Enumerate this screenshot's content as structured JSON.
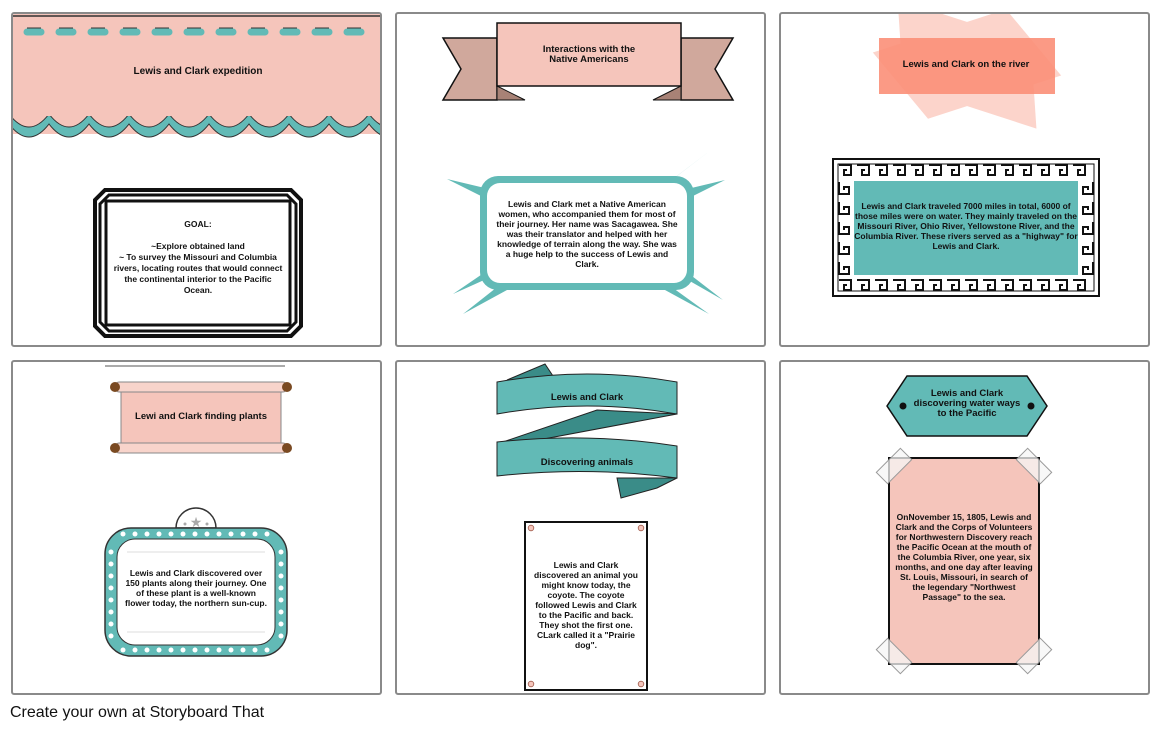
{
  "colors": {
    "pink": "#f5c5bb",
    "teal": "#62bab6",
    "coral": "#fb8f78",
    "tan": "#d0a89c",
    "border": "#8a8a8a"
  },
  "panels": [
    {
      "title": "Lewis and Clark expedition",
      "body_heading": "GOAL:",
      "body_line1": "~Explore obtained land",
      "body_line2": "~ To survey the Missouri and Columbia rivers, locating routes that would connect the continental interior to the Pacific Ocean."
    },
    {
      "title": "Interactions with the Native Americans",
      "body": "Lewis and Clark met a Native American women, who accompanied them for most of their journey. Her name was Sacagawea. She was their translator and helped with her knowledge of terrain along the way. She was a huge help to the success of Lewis and Clark."
    },
    {
      "title": "Lewis and Clark on the river",
      "body": "Lewis and Clark traveled 7000 miles in total, 6000 of those miles were on water. They mainly traveled on the Missouri River, Ohio River, Yellowstone River, and the Columbia River. These rivers served as a \"highway\" for Lewis and Clark."
    },
    {
      "title": "Lewi and Clark finding plants",
      "body": "Lewis and Clark discovered over 150 plants along their journey. One of these plant is a well-known flower today, the northern sun-cup."
    },
    {
      "title_top": "Lewis and Clark",
      "title_bottom": "Discovering animals",
      "body": "Lewis and Clark discovered an animal you might know today, the coyote. The coyote followed Lewis and Clark to the Pacific and back. They shot the first one. CLark called it a \"Prairie dog\"."
    },
    {
      "title": "Lewis and Clark discovering water ways to the Pacific",
      "body": "OnNovember 15, 1805, Lewis and Clark and the Corps of Volunteers for Northwestern Discovery reach the Pacific Ocean at the mouth of the Columbia River, one year, six months, and one day after leaving St. Louis, Missouri, in search of the legendary \"Northwest Passage\" to the sea."
    }
  ],
  "footer": "Create your own at Storyboard That"
}
